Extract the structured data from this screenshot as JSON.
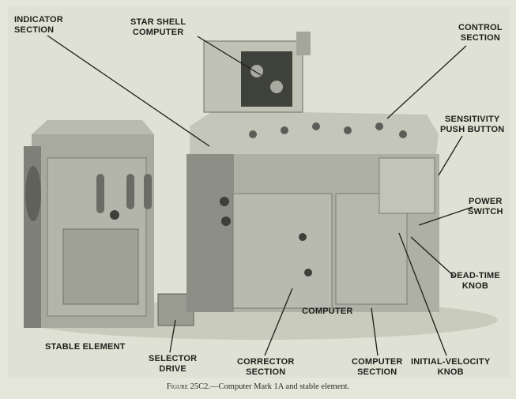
{
  "labels": {
    "indicator_section": [
      "INDICATOR",
      "SECTION"
    ],
    "star_shell_computer": [
      "STAR SHELL",
      "COMPUTER"
    ],
    "control_section": [
      "CONTROL",
      "SECTION"
    ],
    "sensitivity_push_button": [
      "SENSITIVITY",
      "PUSH BUTTON"
    ],
    "power_switch": [
      "POWER",
      "SWITCH"
    ],
    "dead_time_knob": [
      "DEAD-TIME",
      "KNOB"
    ],
    "initial_velocity_knob": [
      "INITIAL-VELOCITY",
      "KNOB"
    ],
    "computer_section": [
      "COMPUTER",
      "SECTION"
    ],
    "corrector_section": [
      "CORRECTOR",
      "SECTION"
    ],
    "selector_drive": [
      "SELECTOR",
      "DRIVE"
    ],
    "stable_element": "STABLE ELEMENT",
    "computer": "COMPUTER"
  },
  "caption": {
    "figure": "Figure 25C2.",
    "text": "—Computer Mark 1A and stable element."
  }
}
